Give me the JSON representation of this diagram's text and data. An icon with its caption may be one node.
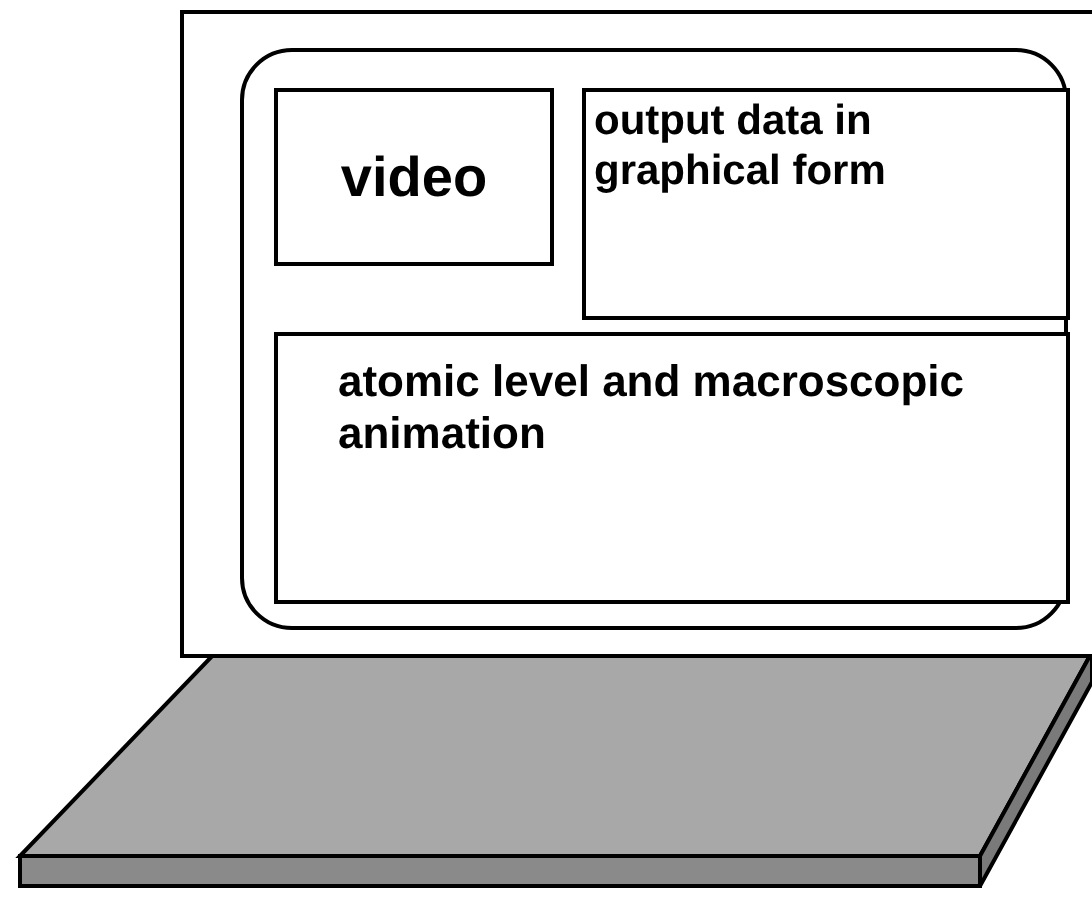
{
  "diagram": {
    "nodes": [
      {
        "text": [],
        "shape": "box"
      },
      {
        "text": [],
        "shape": "box",
        "in": 0
      },
      {
        "text": [
          "video"
        ],
        "in": 1
      },
      {
        "text": [
          "output data in graphical form"
        ],
        "in": 1
      },
      {
        "text": [
          "atomic level and macroscopic animation"
        ],
        "in": 1
      }
    ]
  }
}
